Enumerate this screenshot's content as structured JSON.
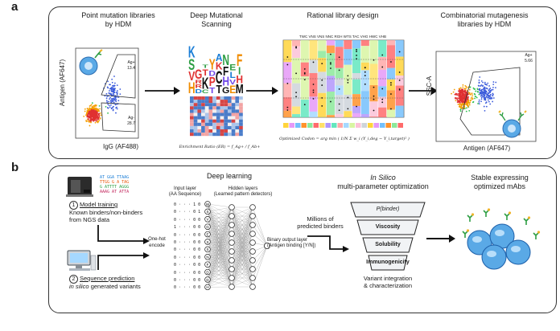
{
  "panel_a": {
    "label": "a",
    "hdm": {
      "title_line1": "Point mutation libraries",
      "title_line2": "by HDM",
      "y_axis": "Antigen (AF647)",
      "x_axis": "IgG (AF488)",
      "gate_top_label": "Ag+",
      "gate_top_value": "13.4",
      "gate_bottom_label": "Ag-",
      "gate_bottom_value": "28.7"
    },
    "dms": {
      "title_line1": "Deep Mutational",
      "title_line2": "Scanning",
      "er_formula": "Enrichment Ratio (ER) = f_Ag+ / f_Ab+"
    },
    "rational": {
      "title": "Rational library design",
      "codons": "TWC VNS VNS NNC RGH WTS TAC VHG HWC VHB",
      "codon_formula": "Optimized Codon = arg min ( 1/N Σ w_i (Y_i,deg − Y_i,target)² )"
    },
    "combo": {
      "title_line1": "Combinatorial mutagenesis",
      "title_line2": "libraries by HDM",
      "y_axis": "SSC-A",
      "x_axis": "Antigen (AF647)",
      "gate_label": "Ag+",
      "gate_value": "5.66"
    }
  },
  "panel_b": {
    "label": "b",
    "dna_lines": [
      "AT GGA TTAAG",
      "TTGG G A TAG",
      "G ATTTT AGGG",
      "AAAG AT ATTA"
    ],
    "step1_num": "1",
    "step1_title": "Model training",
    "step1_desc_line1": "Known binders/non-binders",
    "step1_desc_line2": "from NGS data",
    "step2_num": "2",
    "step2_title": "Sequence prediction",
    "step2_desc_italic": "in silico",
    "step2_desc_rest": "generated variants",
    "onehot": "One-hot encode",
    "dl_title": "Deep learning",
    "input_layer_line1": "Input layer",
    "input_layer_line2": "(AA Sequence)",
    "hidden_layers_line1": "Hidden layers",
    "hidden_layers_line2": "(Learned pattern detectors)",
    "amino_acids": [
      "W",
      "S",
      "V",
      "G",
      "E",
      "S",
      "S",
      "N",
      "F",
      "D",
      "D",
      "H"
    ],
    "onehot_rows": [
      "0 · · · 1 0",
      "0 · · · 0 1",
      "0 · · · 0 0",
      "1 · · · 0 0",
      "0 · · · 0 0",
      "0 · · · 0 0",
      "0 · · · 0 0",
      "0 · · · 0 0",
      "0 · · · 0 0",
      "0 · · · 0 0",
      "0 · · · 0 0",
      "0 · · · 0 0"
    ],
    "output_layer_line1": "Binary output layer",
    "output_layer_line2": "(Antigen binding [Y/N])",
    "millions_line1": "Millions of",
    "millions_line2": "predicted binders",
    "insilico_title_italic": "In Silico",
    "insilico_title_line2": "multi-parameter optimization",
    "funnel": [
      "P(binder)",
      "Viscosity",
      "Solubility",
      "Immunogenicity"
    ],
    "variant_line1": "Variant integration",
    "variant_line2": "& characterization",
    "stable_line1": "Stable expressing",
    "stable_line2": "optimized mAbs"
  },
  "colors": {
    "flow_blue": "#3b5bdb",
    "flow_green": "#2fbf4f",
    "flow_red": "#e03131",
    "cell_blue": "#5aa9e6",
    "antibody_green": "#2f9e44",
    "antibody_gold": "#f0b429"
  }
}
